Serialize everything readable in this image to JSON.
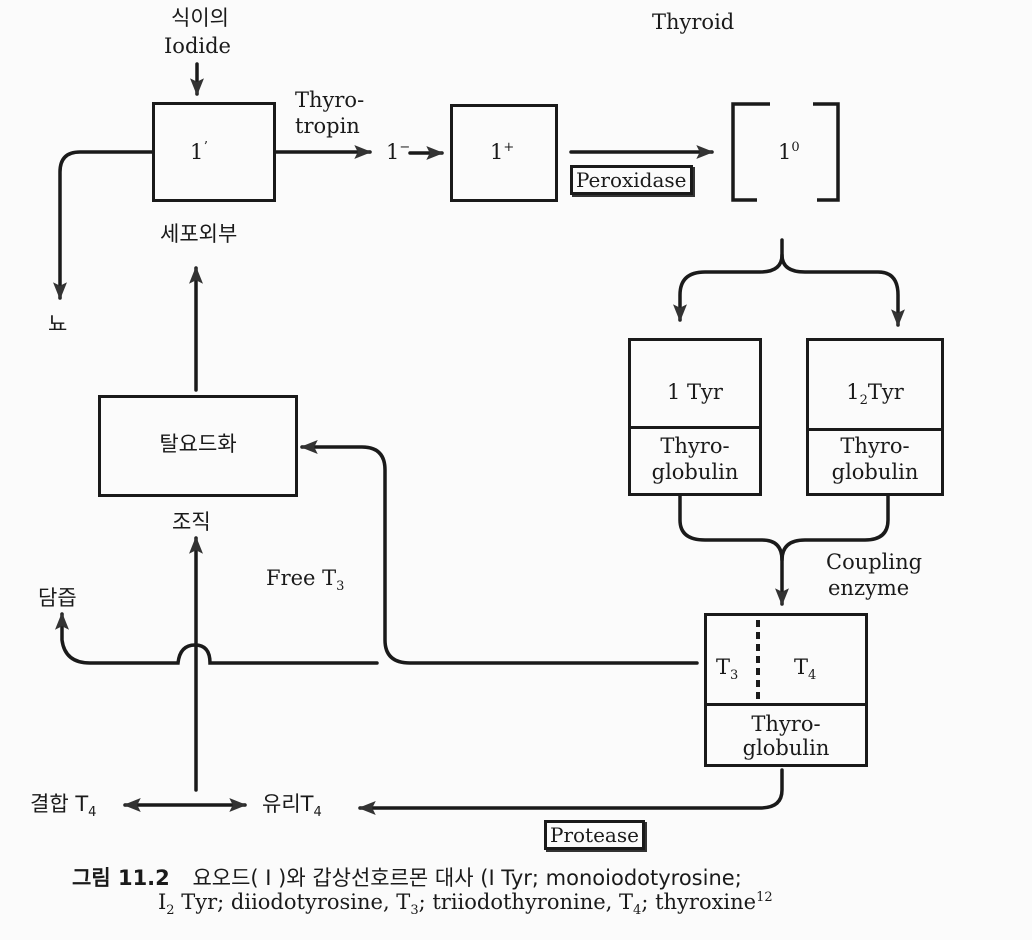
{
  "diagram": {
    "title_region": "Thyroid",
    "dietary_iodide": {
      "line1": "식이의",
      "line2": "Iodide"
    },
    "extracellular_box": {
      "label_main": "1",
      "label_sup": "ʼ",
      "caption": "세포외부"
    },
    "urine": "뇨",
    "thyrotropin": {
      "line1": "Thyro-",
      "line2": "tropin"
    },
    "iodide_ion": {
      "main": "1",
      "sup": "−"
    },
    "iodinium_box": {
      "main": "1",
      "sup": "+"
    },
    "peroxidase_tag": "Peroxidase",
    "iodine_bracket": {
      "main": "1",
      "sup": "0"
    },
    "mit_box": {
      "top": "1 Tyr",
      "bottom_line1": "Thyro-",
      "bottom_line2": "globulin"
    },
    "dit_box": {
      "top_main": "1",
      "top_sub": "2",
      "top_rest": "Tyr",
      "bottom_line1": "Thyro-",
      "bottom_line2": "globulin"
    },
    "coupling": {
      "line1": "Coupling",
      "line2": "enzyme"
    },
    "t3t4_box": {
      "t3_main": "T",
      "t3_sub": "3",
      "t4_main": "T",
      "t4_sub": "4",
      "bottom_line1": "Thyro-",
      "bottom_line2": "globulin"
    },
    "deiodination_box": {
      "label": "탈요드화",
      "caption": "조직"
    },
    "free_t3": {
      "main": "Free T",
      "sub": "3"
    },
    "bile": "담즙",
    "bound_t4": {
      "main": "결합 T",
      "sub": "4"
    },
    "free_t4": {
      "main": "유리T",
      "sub": "4"
    },
    "protease_tag": "Protease"
  },
  "caption": {
    "figure_label": "그림 11.2",
    "line1_text": "요오드( I )와 갑상선호르몬 대사 (I Tyr; monoiodotyrosine;",
    "line2_pre": "I",
    "line2_sub": "2",
    "line2_mid": " Tyr; diiodotyrosine,  T",
    "line2_sub2": "3",
    "line2_mid2": "; triiodothyronine,  T",
    "line2_sub3": "4",
    "line2_end": "; thyroxine",
    "line2_ref": "12"
  }
}
